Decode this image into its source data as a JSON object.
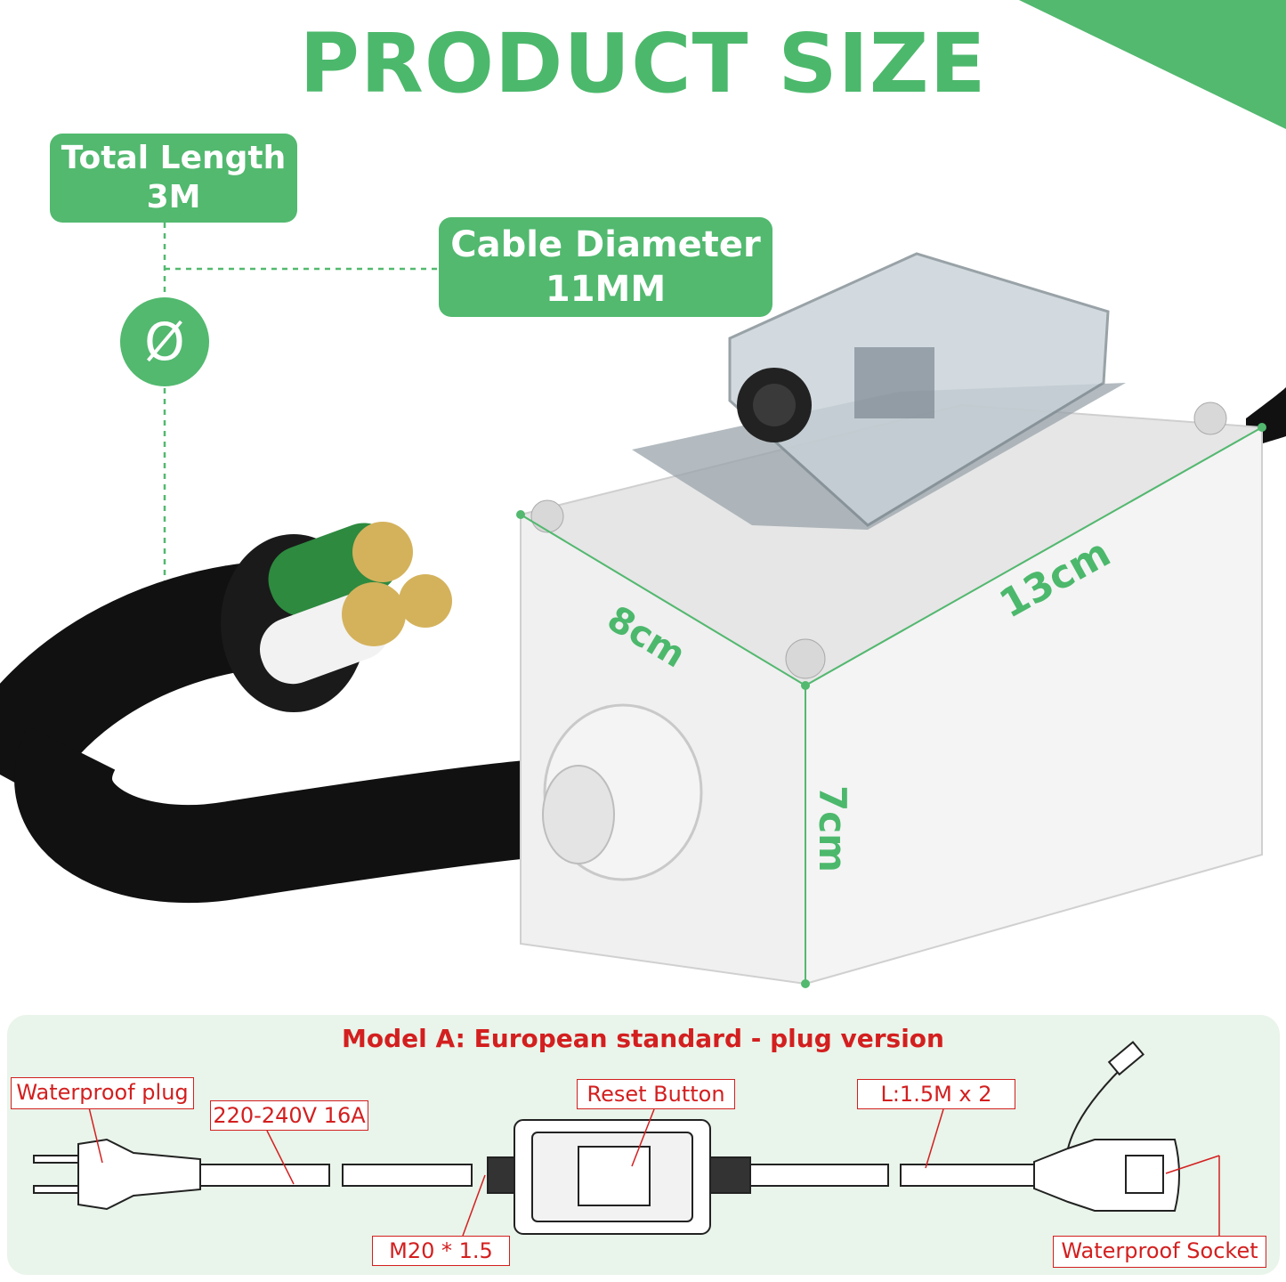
{
  "title": "PRODUCT SIZE",
  "total_length": {
    "label": "Total Length",
    "value": "3M"
  },
  "cable_diameter": {
    "label": "Cable Diameter",
    "value": "11MM"
  },
  "diameter_symbol": "Ø",
  "dimensions": {
    "depth": "8cm",
    "width": "13cm",
    "height": "7cm"
  },
  "model": {
    "title": "Model A: European standard - plug version",
    "labels": {
      "plug": "Waterproof plug",
      "voltage": "220-240V 16A",
      "reset": "Reset Button",
      "length": "L:1.5M x 2",
      "gland": "M20 * 1.5",
      "socket": "Waterproof Socket"
    }
  },
  "colors": {
    "accent": "#4cb86c",
    "label_red": "#d31f1f",
    "panel_bg": "#e9f4ea"
  }
}
